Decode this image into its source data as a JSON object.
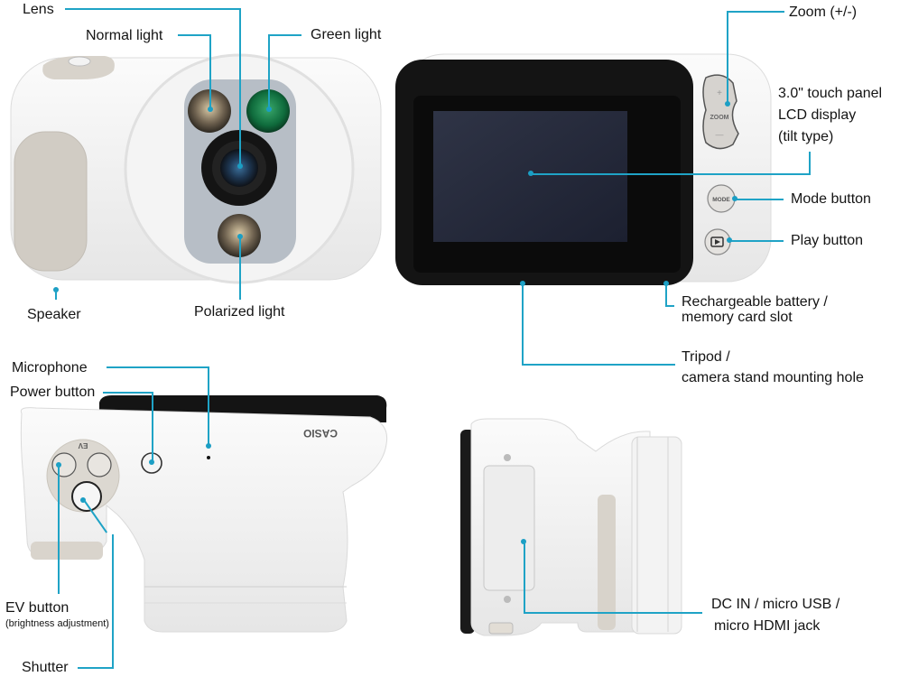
{
  "diagram": {
    "subject": "Digital camera component callouts",
    "brand_mark": "CASIO",
    "leader_line_color": "#1fa3c6",
    "views": [
      {
        "id": "front",
        "labels": [
          {
            "key": "lens",
            "text": "Lens"
          },
          {
            "key": "normal_light",
            "text": "Normal light"
          },
          {
            "key": "green_light",
            "text": "Green light"
          },
          {
            "key": "speaker",
            "text": "Speaker"
          },
          {
            "key": "polarized_light",
            "text": "Polarized light"
          }
        ]
      },
      {
        "id": "back",
        "button_marks": {
          "zoom": "ZOOM",
          "zoom_plus": "+",
          "zoom_minus": "—",
          "mode": "MODE",
          "play": "▶"
        },
        "labels": [
          {
            "key": "zoom",
            "text": "Zoom (+/-)"
          },
          {
            "key": "lcd",
            "lines": [
              "3.0\" touch panel",
              "LCD display",
              "(tilt type)"
            ]
          },
          {
            "key": "mode",
            "text": "Mode button"
          },
          {
            "key": "play",
            "text": "Play button"
          },
          {
            "key": "battery",
            "lines": [
              "Rechargeable battery /",
              "memory card slot"
            ]
          },
          {
            "key": "tripod",
            "lines": [
              "Tripod /",
              "camera stand mounting hole"
            ]
          }
        ]
      },
      {
        "id": "top",
        "button_marks": {
          "ev": "EV"
        },
        "labels": [
          {
            "key": "microphone",
            "text": "Microphone"
          },
          {
            "key": "power",
            "text": "Power button"
          },
          {
            "key": "ev",
            "text": "EV button",
            "note": "(brightness adjustment)"
          },
          {
            "key": "shutter",
            "text": "Shutter"
          }
        ]
      },
      {
        "id": "side",
        "labels": [
          {
            "key": "ports",
            "lines": [
              "DC IN / micro USB /",
              "micro HDMI jack"
            ]
          }
        ]
      }
    ]
  }
}
